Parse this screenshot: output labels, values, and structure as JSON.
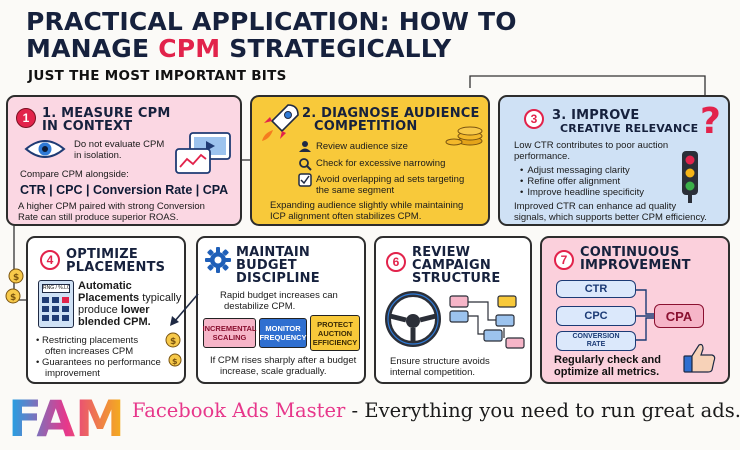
{
  "header": {
    "title_line1": "PRACTICAL APPLICATION: HOW TO",
    "title_line2_pre": "MANAGE ",
    "title_line2_accent": "CPM",
    "title_line2_post": " STRATEGICALLY",
    "subtitle": "JUST THE MOST IMPORTANT BITS"
  },
  "cards": {
    "c1": {
      "number": "1",
      "heading_line1": "1. MEASURE CPM",
      "heading_line2": "IN CONTEXT",
      "note_line1": "Do not evaluate CPM",
      "note_line2": "in isolation.",
      "compare": "Compare CPM alongside:",
      "metrics": "CTR | CPC | Conversion Rate | CPA",
      "footer_line1": "A higher CPM paired with strong Conversion",
      "footer_line2": "Rate can still produce superior ROAS."
    },
    "c2": {
      "heading_line1": "2. DIAGNOSE AUDIENCE",
      "heading_line2": "COMPETITION",
      "items": [
        "Review audience size",
        "Check for excessive narrowing"
      ],
      "item3_line1": "Avoid overlapping ad sets targeting",
      "item3_line2": "the same segment",
      "footer_line1": "Expanding audience slightly while maintaining",
      "footer_line2": "ICP alignment often stabilizes CPM."
    },
    "c3": {
      "number": "3",
      "heading_line1": "3. IMPROVE",
      "heading_line2": "CREATIVE RELEVANCE",
      "intro_line1": "Low CTR contributes to poor auction",
      "intro_line2": "performance.",
      "items": [
        "Adjust messaging clarity",
        "Refine offer alignment",
        "Improve headline specificity"
      ],
      "footer_line1": "Improved CTR can enhance ad quality",
      "footer_line2": "signals, which supports better CPM efficiency."
    },
    "c4": {
      "number": "4",
      "heading_line1": "OPTIMIZE",
      "heading_line2": "PLACEMENTS",
      "calc_label": "RNG / %.LONG",
      "text_b1": "Automatic",
      "text_b2": "Placements",
      "text_r2": " typically",
      "text_r3a": "produce ",
      "text_b3": "lower",
      "text_b4": "blended CPM.",
      "items_line1": "Restricting placements",
      "items_line1b": "often increases CPM",
      "items_line2": "Guarantees no performance",
      "items_line2b": "improvement"
    },
    "c5": {
      "heading_line1": "MAINTAIN",
      "heading_line2": "BUDGET",
      "heading_line3": "DISCIPLINE",
      "intro_line1": "Rapid budget increases can",
      "intro_line2": "destabilize CPM.",
      "pill1_line1": "INCREMENTAL",
      "pill1_line2": "SCALING",
      "pill2_line1": "MONITOR",
      "pill2_line2": "FREQUENCY",
      "pill3_line1": "PROTECT",
      "pill3_line2": "AUCTION",
      "pill3_line3": "EFFICIENCY",
      "footer_line1": "If CPM rises sharply after a budget",
      "footer_line2": "increase, scale gradually."
    },
    "c6": {
      "number": "6",
      "heading_line1": "REVIEW",
      "heading_line2": "CAMPAIGN",
      "heading_line3": "STRUCTURE",
      "footer_line1": "Ensure structure avoids",
      "footer_line2": "internal competition."
    },
    "c7": {
      "number": "7",
      "heading_line1": "CONTINUOUS",
      "heading_line2": "IMPROVEMENT",
      "box_ctr": "CTR",
      "box_cpc": "CPC",
      "box_conv_line1": "CONVERSION",
      "box_conv_line2": "RATE",
      "box_cpa": "CPA",
      "footer_line1": "Regularly check and",
      "footer_line2": "optimize all metrics."
    }
  },
  "brand": {
    "logo_text": "FAM",
    "name": "Facebook Ads Master",
    "tagline": " - Everything you need to run great ads."
  },
  "colors": {
    "accent_red": "#e2234b",
    "navy": "#16213d",
    "card1_bg": "#fbd7e3",
    "card2_bg": "#f8c93a",
    "card3_bg": "#cfe1f5",
    "card7_bg": "#fbd0dc",
    "brand_pink": "#e7378b"
  }
}
